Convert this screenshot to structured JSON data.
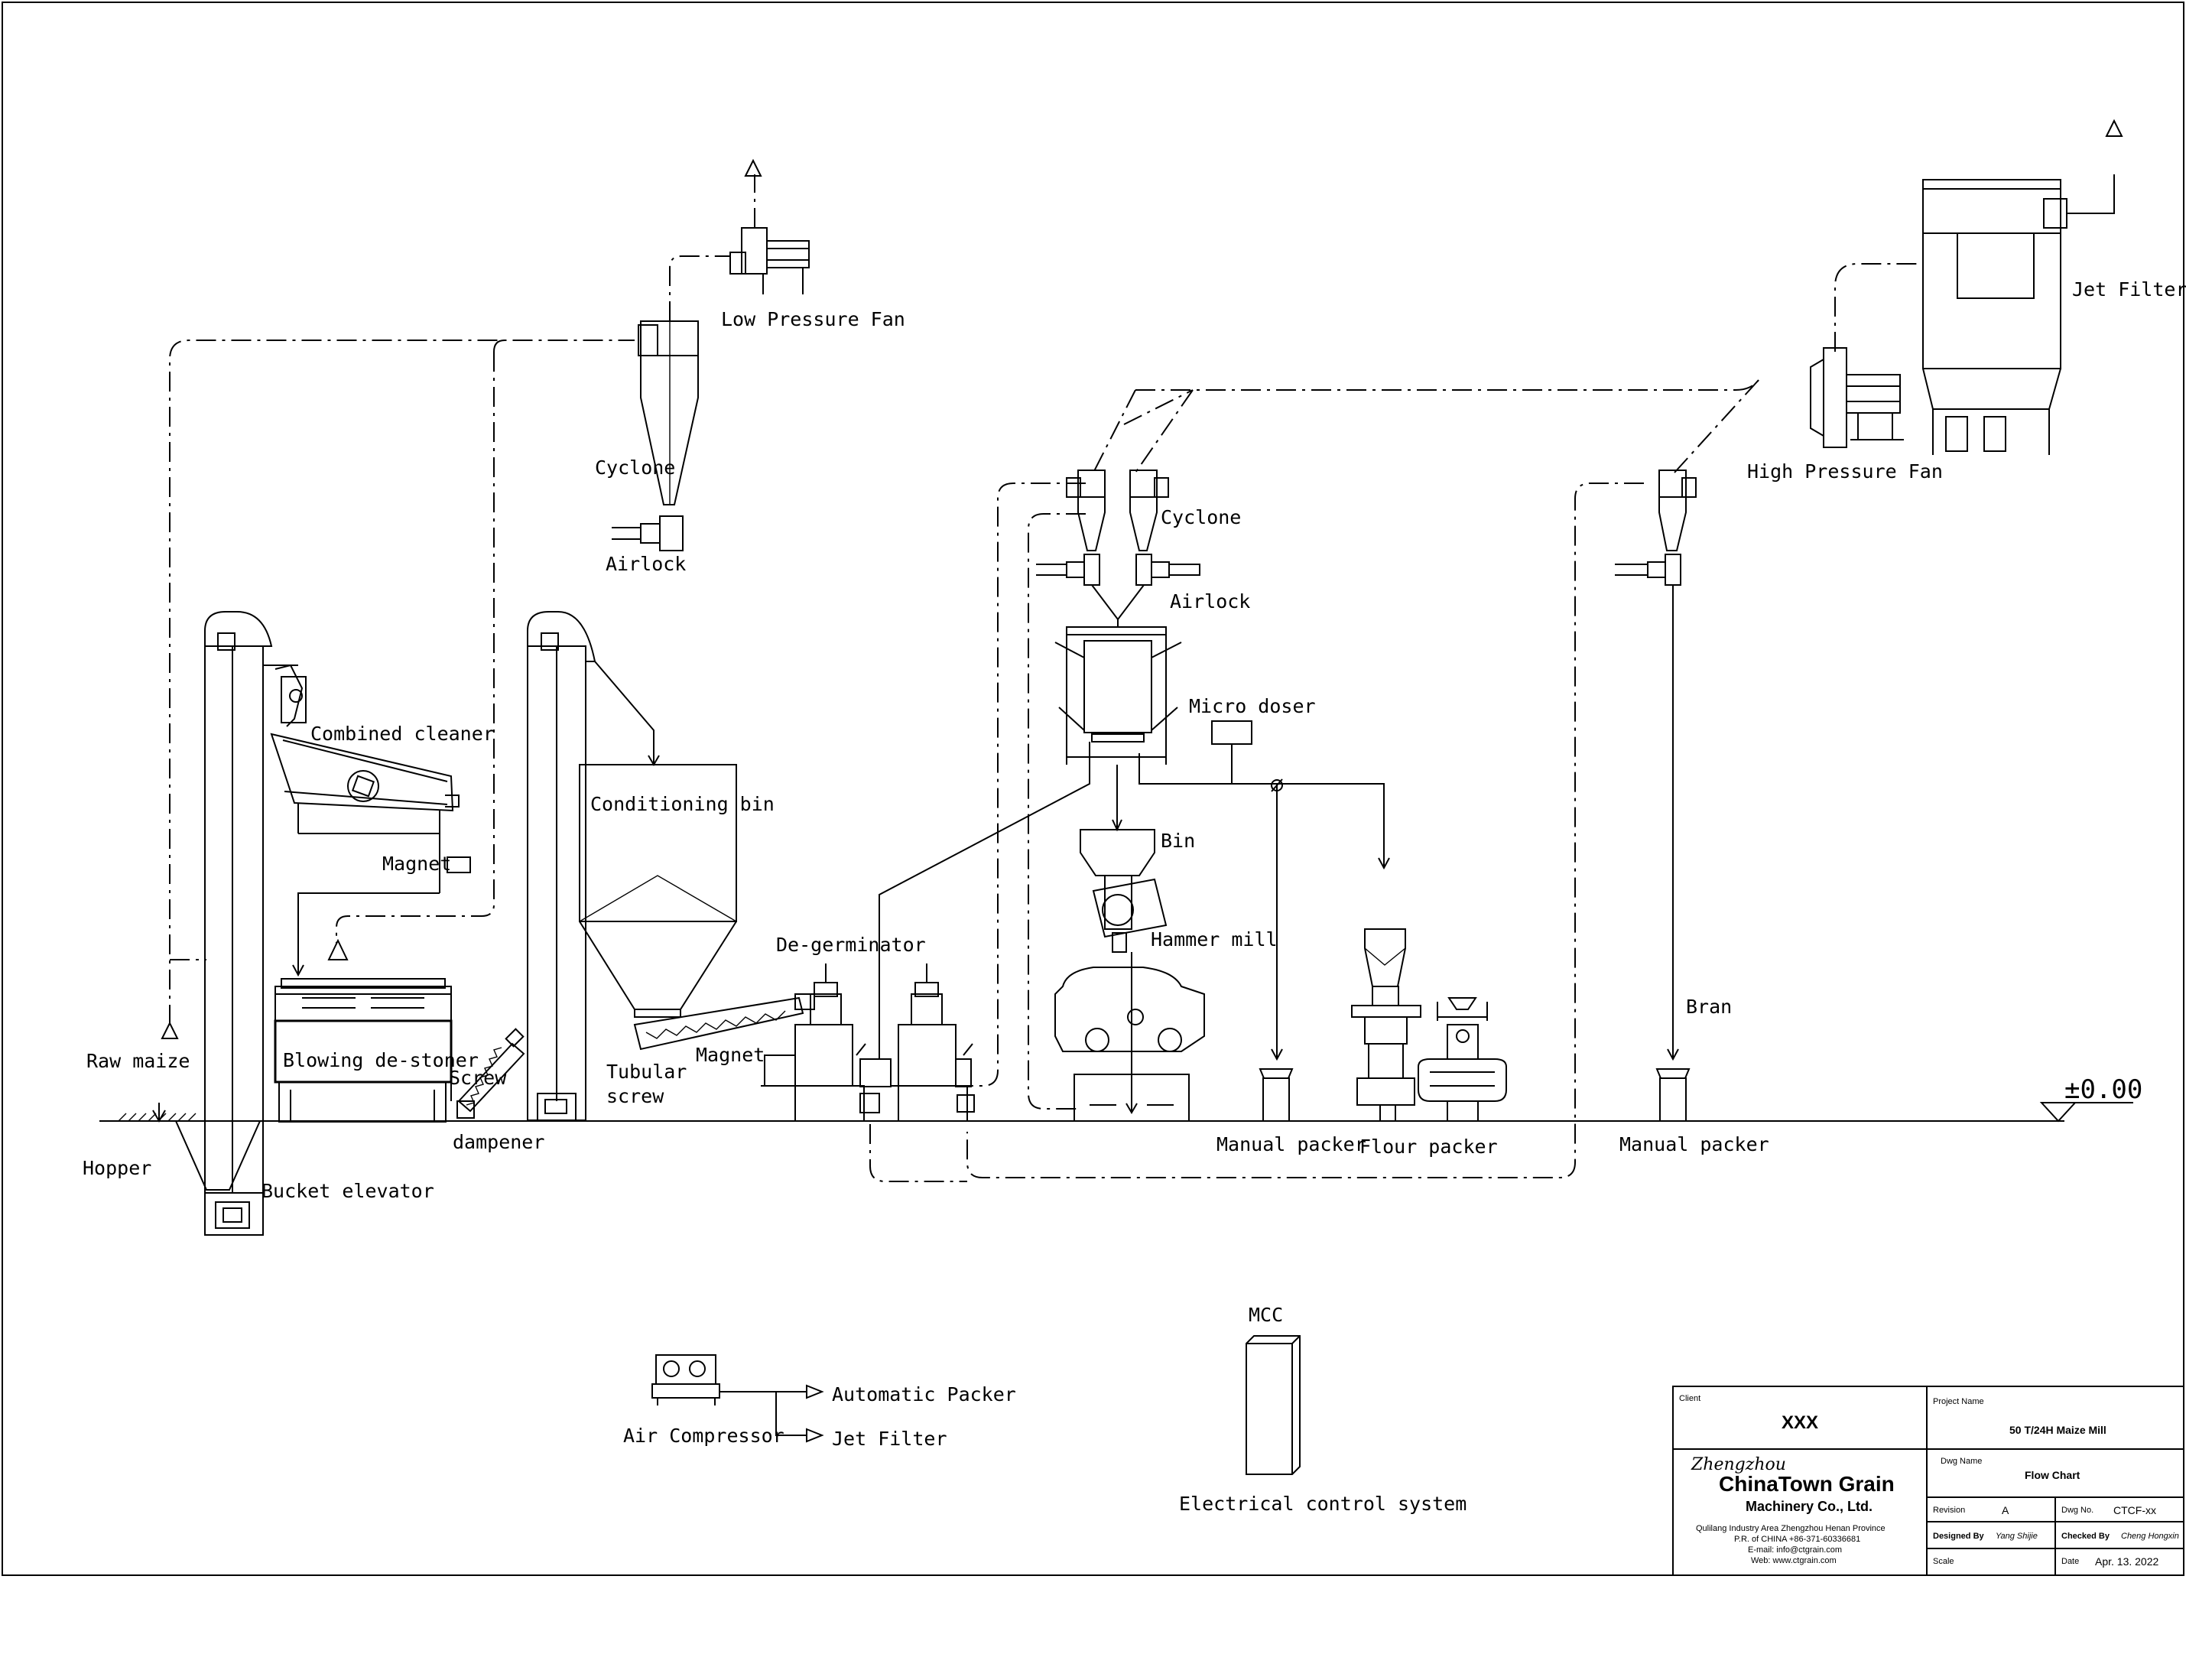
{
  "labels": {
    "low_pressure_fan": "Low Pressure Fan",
    "cyclone_left": "Cyclone",
    "airlock_left": "Airlock",
    "combined_cleaner": "Combined cleaner",
    "magnet_cleaner": "Magnet",
    "blowing_destoner": "Blowing de-stoner",
    "raw_maize": "Raw maize",
    "hopper": "Hopper",
    "bucket_elevator": "Bucket elevator",
    "screw": "Screw",
    "dampener": "dampener",
    "conditioning_bin": "Conditioning bin",
    "tubular": "Tubular",
    "screw2": "screw",
    "magnet_degerm": "Magnet",
    "degerminator": "De-germinator",
    "cyclone_mid": "Cyclone",
    "airlock_mid": "Airlock",
    "micro_doser": "Micro doser",
    "bin": "Bin",
    "hammer_mill": "Hammer mill",
    "manual_packer_1": "Manual packer",
    "flour_packer": "Flour packer",
    "bran": "Bran",
    "manual_packer_2": "Manual packer",
    "high_pressure_fan": "High Pressure Fan",
    "jet_filter": "Jet Filter",
    "level": "±0.00",
    "air_compressor": "Air Compressor",
    "automatic_packer": "Automatic Packer",
    "jet_filter_out": "Jet Filter",
    "mcc": "MCC",
    "electrical": "Electrical control system"
  },
  "title_block": {
    "client_label": "Client",
    "client_value": "XXX",
    "project_label": "Project Name",
    "project_value": "50 T/24H Maize Mill",
    "company_script": "Zhengzhou",
    "company_name": "ChinaTown Grain",
    "company_sub": "Machinery Co., Ltd.",
    "address_1": "Qulilang Industry Area Zhengzhou Henan Province",
    "address_2": "P.R. of CHINA +86-371-60336681",
    "email": "E-mail:  info@ctgrain.com",
    "web": "Web: www.ctgrain.com",
    "dwg_name_label": "Dwg Name",
    "dwg_name_value": "Flow Chart",
    "revision_label": "Revision",
    "revision_value": "A",
    "dwg_no_label": "Dwg No.",
    "dwg_no_value": "CTCF-xx",
    "designed_label": "Designed By",
    "designed_value": "Yang Shijie",
    "checked_label": "Checked By",
    "checked_value": "Cheng Hongxin",
    "scale_label": "Scale",
    "scale_value": "",
    "date_label": "Date",
    "date_value": "Apr. 13. 2022"
  }
}
